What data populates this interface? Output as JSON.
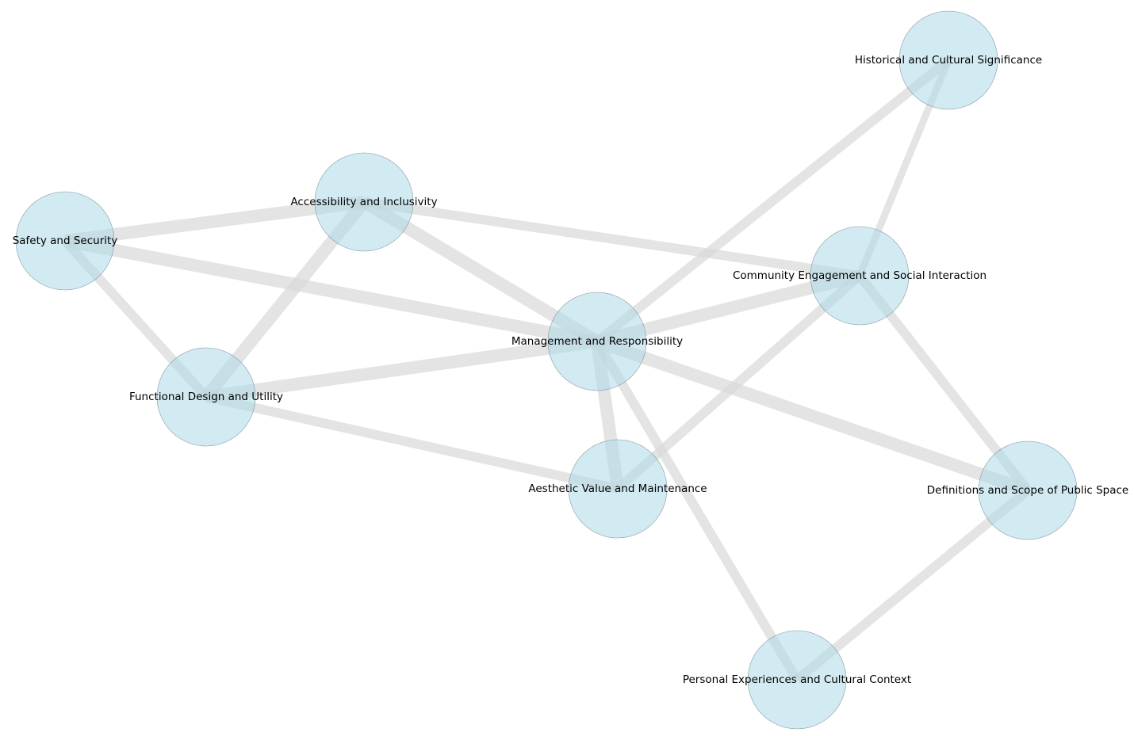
{
  "diagram": {
    "type": "network-graph",
    "colors": {
      "node_fill": "#add8e6",
      "edge": "#d9d9d9",
      "label": "#000000",
      "background": "#ffffff"
    },
    "nodes": [
      {
        "id": "historical",
        "label": "Historical and Cultural Significance"
      },
      {
        "id": "accessibility",
        "label": "Accessibility and Inclusivity"
      },
      {
        "id": "safety",
        "label": "Safety and Security"
      },
      {
        "id": "community",
        "label": "Community Engagement and Social Interaction"
      },
      {
        "id": "management",
        "label": "Management and Responsibility"
      },
      {
        "id": "functional",
        "label": "Functional Design and Utility"
      },
      {
        "id": "aesthetic",
        "label": "Aesthetic Value and Maintenance"
      },
      {
        "id": "definitions",
        "label": "Definitions and Scope of Public Space"
      },
      {
        "id": "personal",
        "label": "Personal Experiences and Cultural Context"
      }
    ],
    "edges": [
      {
        "source": "safety",
        "target": "accessibility",
        "weight": 3
      },
      {
        "source": "safety",
        "target": "management",
        "weight": 3
      },
      {
        "source": "safety",
        "target": "functional",
        "weight": 2
      },
      {
        "source": "accessibility",
        "target": "functional",
        "weight": 3
      },
      {
        "source": "accessibility",
        "target": "management",
        "weight": 3
      },
      {
        "source": "accessibility",
        "target": "community",
        "weight": 2
      },
      {
        "source": "functional",
        "target": "management",
        "weight": 3
      },
      {
        "source": "functional",
        "target": "aesthetic",
        "weight": 2
      },
      {
        "source": "management",
        "target": "historical",
        "weight": 2
      },
      {
        "source": "management",
        "target": "community",
        "weight": 3
      },
      {
        "source": "management",
        "target": "aesthetic",
        "weight": 3
      },
      {
        "source": "management",
        "target": "definitions",
        "weight": 3
      },
      {
        "source": "management",
        "target": "personal",
        "weight": 2
      },
      {
        "source": "historical",
        "target": "community",
        "weight": 1
      },
      {
        "source": "community",
        "target": "definitions",
        "weight": 2
      },
      {
        "source": "community",
        "target": "aesthetic",
        "weight": 2
      },
      {
        "source": "definitions",
        "target": "personal",
        "weight": 2
      }
    ]
  }
}
